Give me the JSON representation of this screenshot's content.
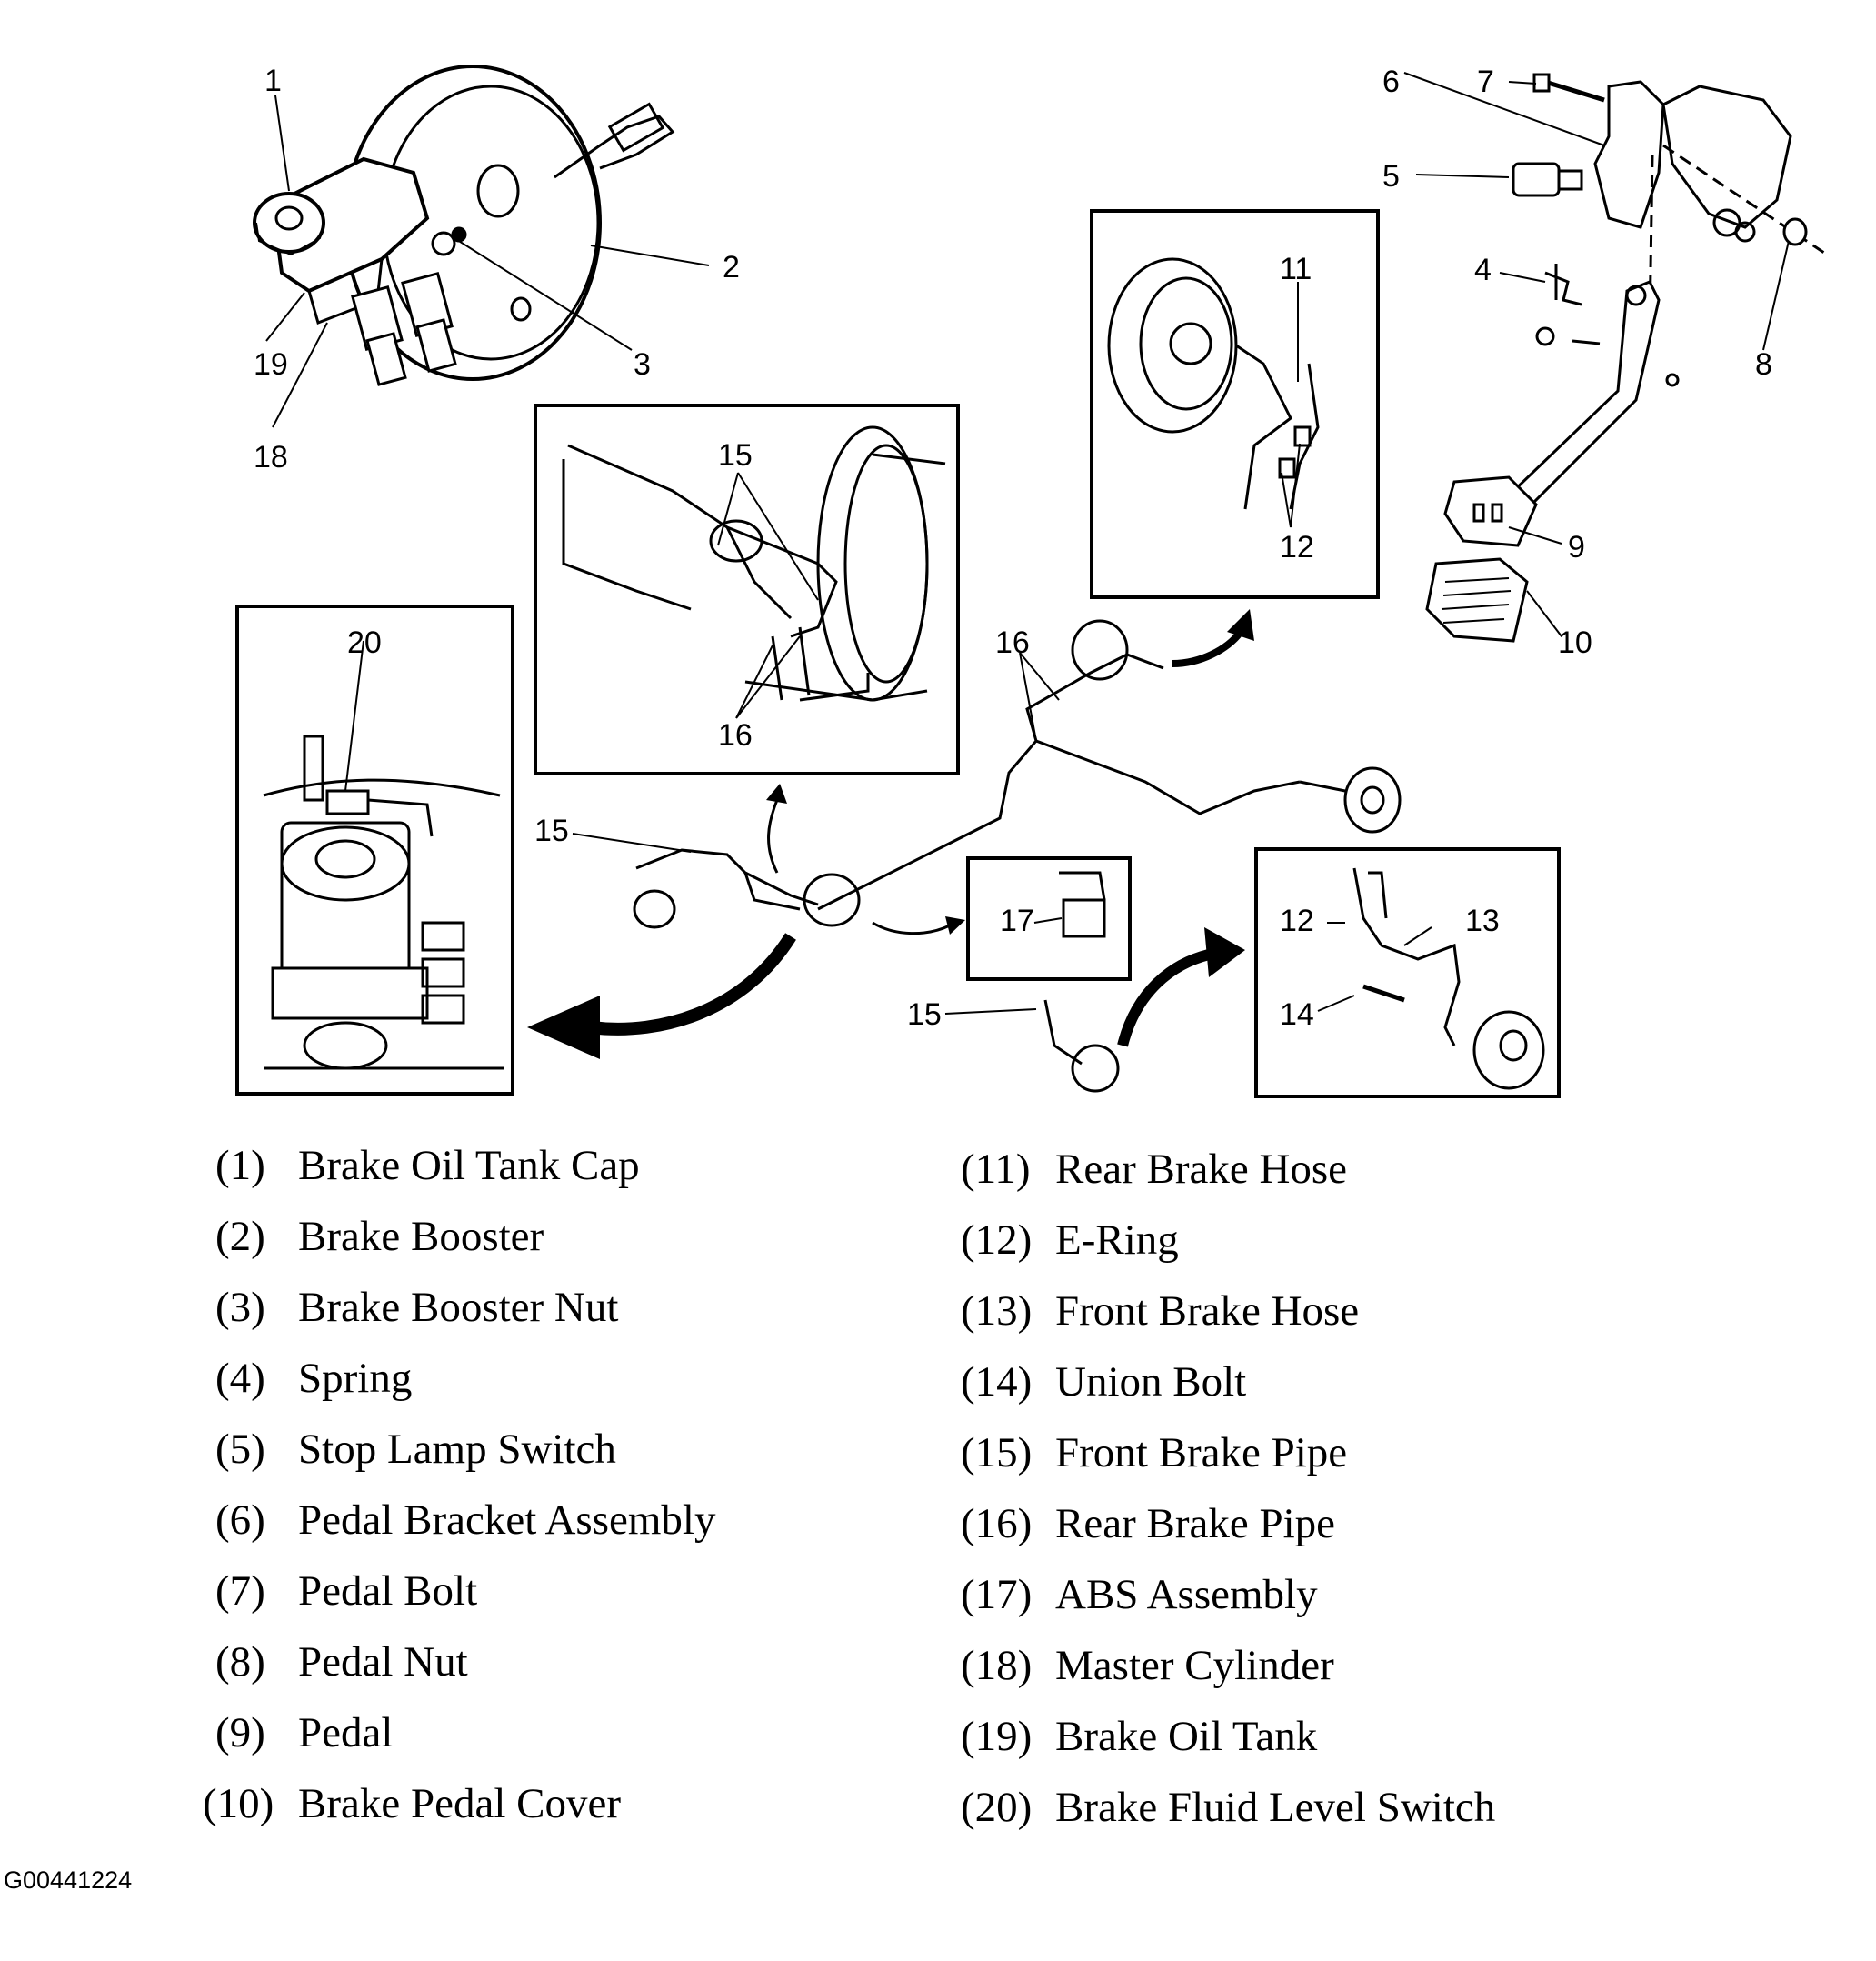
{
  "callouts": {
    "c1": "1",
    "c2": "2",
    "c3": "3",
    "c4": "4",
    "c5": "5",
    "c6": "6",
    "c7": "7",
    "c8": "8",
    "c9": "9",
    "c10": "10",
    "c11": "11",
    "c12a": "12",
    "c12b": "12",
    "c13": "13",
    "c14": "14",
    "c15a": "15",
    "c15b": "15",
    "c15c": "15",
    "c16a": "16",
    "c16b": "16",
    "c17": "17",
    "c18": "18",
    "c19": "19",
    "c20": "20"
  },
  "legend_left": [
    {
      "num": "(1)",
      "text": "Brake Oil Tank Cap"
    },
    {
      "num": "(2)",
      "text": "Brake Booster"
    },
    {
      "num": "(3)",
      "text": "Brake Booster Nut"
    },
    {
      "num": "(4)",
      "text": "Spring"
    },
    {
      "num": "(5)",
      "text": "Stop Lamp Switch"
    },
    {
      "num": "(6)",
      "text": "Pedal Bracket Assembly"
    },
    {
      "num": "(7)",
      "text": "Pedal Bolt"
    },
    {
      "num": "(8)",
      "text": "Pedal Nut"
    },
    {
      "num": "(9)",
      "text": "Pedal"
    },
    {
      "num": "(10)",
      "text": "Brake Pedal Cover"
    }
  ],
  "legend_right": [
    {
      "num": "(11)",
      "text": "Rear Brake Hose"
    },
    {
      "num": "(12)",
      "text": "E-Ring"
    },
    {
      "num": "(13)",
      "text": "Front Brake Hose"
    },
    {
      "num": "(14)",
      "text": "Union Bolt"
    },
    {
      "num": "(15)",
      "text": "Front Brake Pipe"
    },
    {
      "num": "(16)",
      "text": "Rear Brake Pipe"
    },
    {
      "num": "(17)",
      "text": "ABS Assembly"
    },
    {
      "num": "(18)",
      "text": "Master Cylinder"
    },
    {
      "num": "(19)",
      "text": "Brake Oil Tank"
    },
    {
      "num": "(20)",
      "text": "Brake Fluid Level Switch"
    }
  ],
  "figure_code": "G00441224"
}
